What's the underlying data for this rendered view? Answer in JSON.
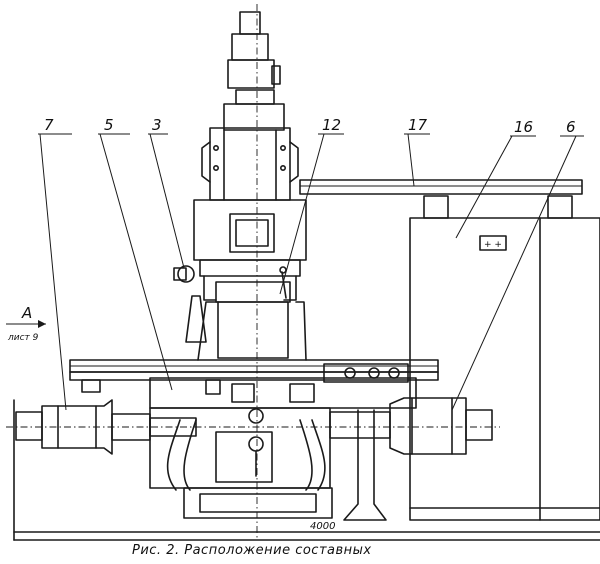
{
  "callouts": [
    "7",
    "5",
    "3",
    "12",
    "17",
    "16",
    "6"
  ],
  "view_marker": {
    "letter": "A",
    "ref": "лист 9"
  },
  "panel_symbol": "+ +",
  "dimension": "4000",
  "caption": "Рис. 2. Расположение составных"
}
